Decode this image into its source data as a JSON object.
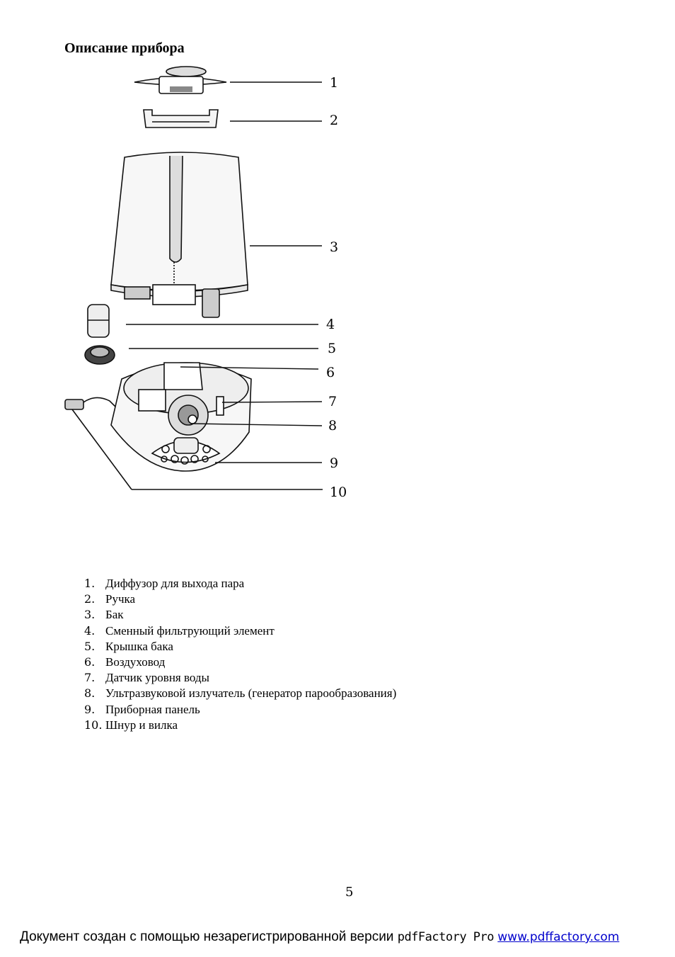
{
  "page": {
    "title": "Описание прибора",
    "callouts": [
      "1",
      "2",
      "3",
      "4",
      "5",
      "6",
      "7",
      "8",
      "9",
      "10"
    ],
    "parts": [
      {
        "num": "1.",
        "text": "Диффузор  для выхода пара"
      },
      {
        "num": "2.",
        "text": "Ручка"
      },
      {
        "num": "3.",
        "text": "Бак"
      },
      {
        "num": "4.",
        "text": "Сменный фильтрующий элемент"
      },
      {
        "num": "5.",
        "text": "Крышка бака"
      },
      {
        "num": "6.",
        "text": "Воздуховод"
      },
      {
        "num": "7.",
        "text": "Датчик уровня воды"
      },
      {
        "num": "8.",
        "text": "Ультразвуковой излучатель (генератор парообразования)"
      },
      {
        "num": "9.",
        "text": "Приборная панель"
      },
      {
        "num": "10.",
        "text": "Шнур и вилка"
      }
    ],
    "page_number": "5"
  },
  "footer": {
    "text": "Документ создан с помощью незарегистрированной версии",
    "product": "pdfFactory Pro",
    "link": "www.pdffactory.com"
  },
  "colors": {
    "link": "#0000cc",
    "ink": "#000000"
  }
}
